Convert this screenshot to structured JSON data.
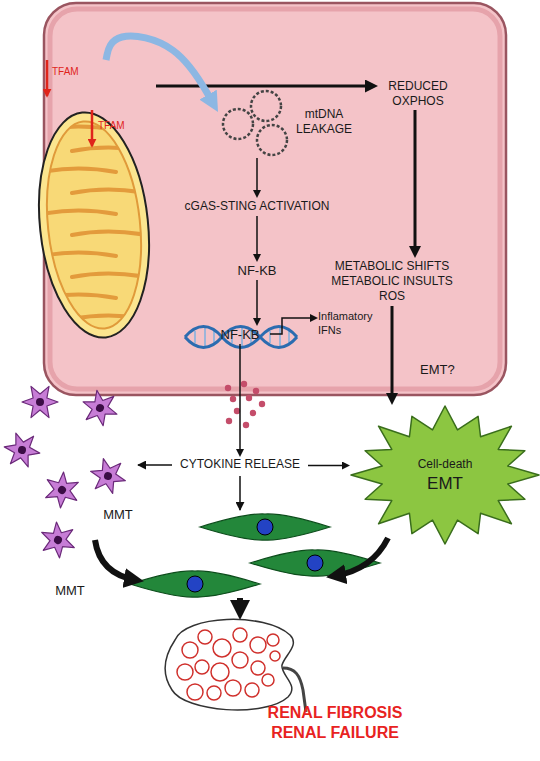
{
  "diagram": {
    "nodes": [
      {
        "text": [
          "TFAM",
          "TFAM"
        ]
      },
      {
        "text": [
          "mtDNA LEAKAGE"
        ]
      },
      {
        "text": [
          "REDUCED OXPHOS"
        ]
      },
      {
        "text": [
          "cGAS-STING ACTIVATION"
        ]
      },
      {
        "text": [
          "NF-KB"
        ]
      },
      {
        "text": [
          "NF-KB"
        ]
      },
      {
        "text": [
          "Inflamatory IFNs"
        ]
      },
      {
        "text": [
          "METABOLIC SHIFTS METABOLIC INSULTS ROS"
        ]
      },
      {
        "text": [
          "CYTOKINE RELEASE"
        ]
      },
      {
        "text": [
          "Cell-death",
          "EMT"
        ]
      }
    ],
    "edges": [
      {
        "from": 0,
        "to": 2,
        "arrow": "to"
      },
      {
        "from": 0,
        "to": 1,
        "arrow": "to"
      },
      {
        "from": 1,
        "to": 3,
        "arrow": "to"
      },
      {
        "from": 3,
        "to": 4,
        "arrow": "to"
      },
      {
        "from": 4,
        "to": 5,
        "arrow": "to"
      },
      {
        "from": 5,
        "to": 6,
        "arrow": "to"
      },
      {
        "from": 5,
        "to": 8,
        "arrow": "to"
      },
      {
        "from": 8,
        "to": 9,
        "arrow": "to"
      },
      {
        "from": 2,
        "to": 7,
        "arrow": "to"
      },
      {
        "from": 7,
        "to": 9,
        "label": "EMT?",
        "arrow": "to"
      }
    ],
    "labels": [
      "MMT",
      "MMT",
      "RENAL FIBROSIS RENAL FAILURE"
    ]
  }
}
